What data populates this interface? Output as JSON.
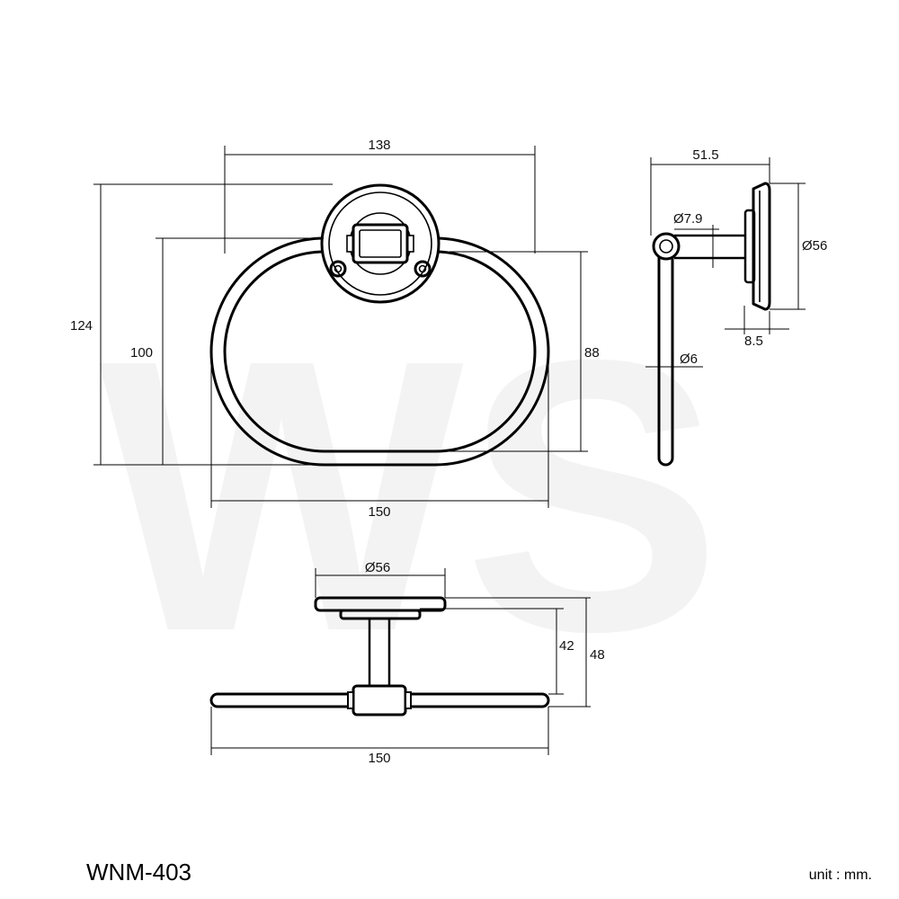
{
  "drawing": {
    "title": "WNM-403",
    "unit_label": "unit : mm.",
    "watermark": "WS",
    "front_view": {
      "overall_width_top": "138",
      "overall_height_left": "124",
      "inner_height_left": "100",
      "ring_height_right": "88",
      "ring_width_bottom": "150"
    },
    "side_view": {
      "projection_depth": "51.5",
      "bar_diameter": "Ø7.9",
      "base_diameter": "Ø56",
      "base_thickness": "8.5",
      "ring_diameter": "Ø6"
    },
    "top_view": {
      "base_diameter": "Ø56",
      "ring_width": "150",
      "depth_inner": "42",
      "depth_outer": "48"
    }
  }
}
